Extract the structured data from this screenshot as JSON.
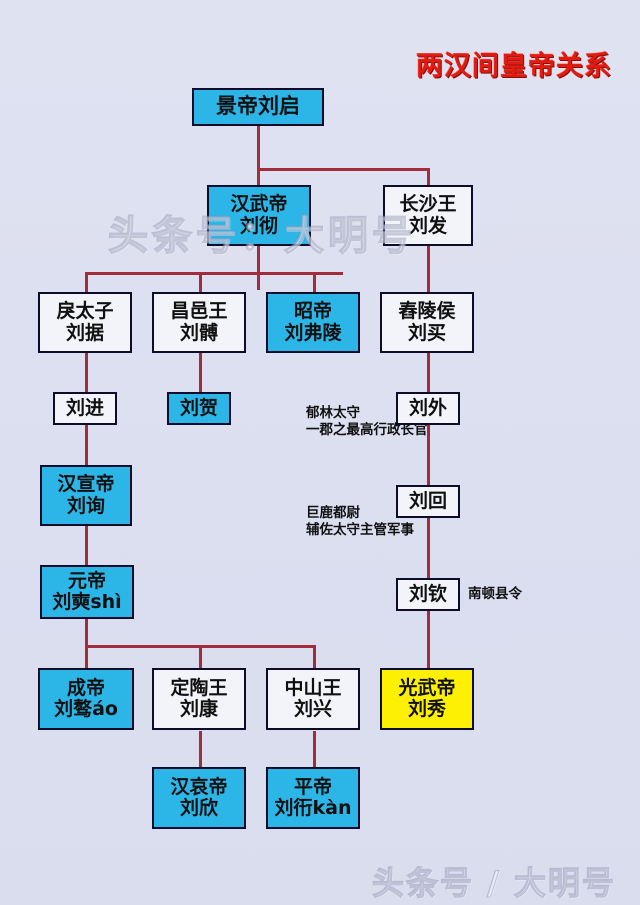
{
  "title": "两汉间皇帝关系",
  "watermarks": {
    "middle": "头条号：大明号",
    "bottom": "头条号 / 大明号"
  },
  "colors": {
    "background": "#dde1f0",
    "emperor_blue": "#2cb6e8",
    "plain_white": "#f3f4f9",
    "highlight_yellow": "#fdf003",
    "line_red": "#a32b3a",
    "title_red": "#e01b12",
    "border_dark": "#0d0d2b"
  },
  "nodes": [
    {
      "id": "jingdi",
      "l1": "景帝刘启",
      "l2": "",
      "style": "blue"
    },
    {
      "id": "wudi",
      "l1": "汉武帝",
      "l2": "刘彻",
      "style": "blue"
    },
    {
      "id": "changshawang",
      "l1": "长沙王",
      "l2": "刘发",
      "style": "white"
    },
    {
      "id": "litaizi",
      "l1": "戾太子",
      "l2": "刘据",
      "style": "white"
    },
    {
      "id": "changyiwang",
      "l1": "昌邑王",
      "l2": "刘髆",
      "style": "white"
    },
    {
      "id": "zhaodi",
      "l1": "昭帝",
      "l2": "刘弗陵",
      "style": "blue"
    },
    {
      "id": "chonglinghou",
      "l1": "舂陵侯",
      "l2": "刘买",
      "style": "white"
    },
    {
      "id": "liujin",
      "l1": "刘进",
      "l2": "",
      "style": "white"
    },
    {
      "id": "liuhe",
      "l1": "刘贺",
      "l2": "",
      "style": "blue"
    },
    {
      "id": "liuwai",
      "l1": "刘外",
      "l2": "",
      "style": "white"
    },
    {
      "id": "xuandi",
      "l1": "汉宣帝",
      "l2": "刘询",
      "style": "blue"
    },
    {
      "id": "liuhui",
      "l1": "刘回",
      "l2": "",
      "style": "white"
    },
    {
      "id": "yuandi",
      "l1": "元帝",
      "l2": "刘奭shì",
      "style": "blue"
    },
    {
      "id": "liuqin",
      "l1": "刘钦",
      "l2": "",
      "style": "white"
    },
    {
      "id": "chengdi",
      "l1": "成帝",
      "l2": "刘骜áo",
      "style": "blue"
    },
    {
      "id": "dingtaowang",
      "l1": "定陶王",
      "l2": "刘康",
      "style": "white"
    },
    {
      "id": "zhongshanwang",
      "l1": "中山王",
      "l2": "刘兴",
      "style": "white"
    },
    {
      "id": "guangwudi",
      "l1": "光武帝",
      "l2": "刘秀",
      "style": "yellow"
    },
    {
      "id": "aidi",
      "l1": "汉哀帝",
      "l2": "刘欣",
      "style": "blue"
    },
    {
      "id": "pingdi",
      "l1": "平帝",
      "l2": "刘衎kàn",
      "style": "blue"
    }
  ],
  "annotations": {
    "liuwai_office": {
      "line1": "郁林太守",
      "line2": "一郡之最高行政长官"
    },
    "liuhui_office": {
      "line1": "巨鹿都尉",
      "line2": "辅佐太守主管军事"
    },
    "liuqin_office": {
      "line1": "南顿县令",
      "line2": ""
    }
  }
}
